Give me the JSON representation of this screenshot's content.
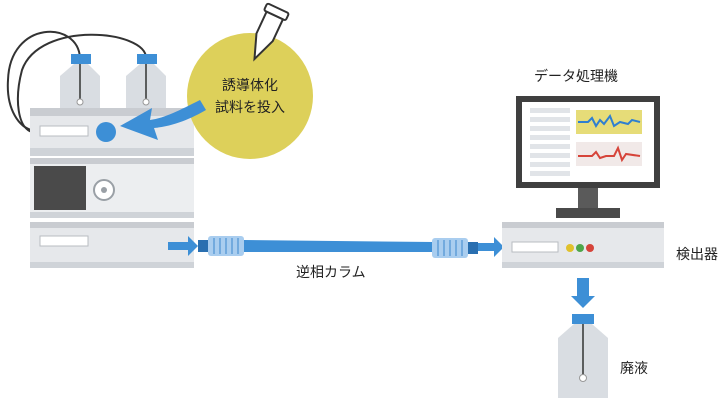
{
  "labels": {
    "data_processor": "データ処理機",
    "column": "逆相カラム",
    "detector": "検出器",
    "waste": "廃液"
  },
  "bubble": {
    "line1": "誘導体化",
    "line2": "試料を投入"
  }
}
